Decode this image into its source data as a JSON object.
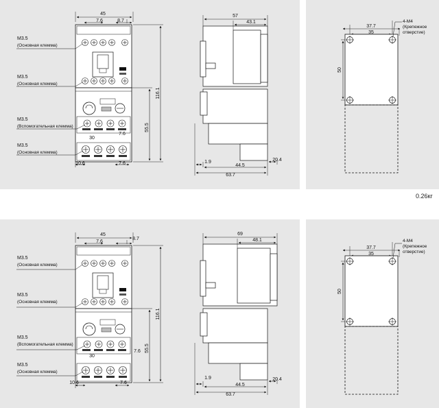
{
  "weight": "0.26кг",
  "rows": [
    {
      "front": {
        "width": "45",
        "pitch": "7.6",
        "offset_right": "8.7",
        "height": "116.1",
        "mid_height": "55.5",
        "aux_pitch": "7.6",
        "lower_width": "30",
        "left_offset": "10.6",
        "bottom_pitch": "7.6",
        "labels": [
          {
            "screw": "M3.5",
            "desc": "(Основная клемма)"
          },
          {
            "screw": "M3.5",
            "desc": "(Основная клемма)"
          },
          {
            "screw": "M3.5",
            "desc": "(Вспомогательная клемма)"
          },
          {
            "screw": "M3.5",
            "desc": "(Основная клемма)"
          }
        ]
      },
      "side": {
        "top": "57",
        "top_inner": "43.1",
        "left_small": "1.9",
        "bottom_inner": "44.5",
        "bottom": "63.7",
        "right_small": "20.4"
      },
      "mount": {
        "outer": "37.7",
        "inner": "35",
        "height": "50",
        "holes": "4-M4",
        "holes_desc1": "(Крепежное",
        "holes_desc2": "отверстие)"
      }
    },
    {
      "front": {
        "width": "45",
        "pitch": "7.6",
        "offset_right": "8.7",
        "height": "116.1",
        "mid_height": "55.5",
        "aux_pitch": "7.6",
        "lower_width": "30",
        "left_offset": "10.6",
        "bottom_pitch": "7.6",
        "labels": [
          {
            "screw": "M3.5",
            "desc": "(Основная клемма)"
          },
          {
            "screw": "M3.5",
            "desc": "(Основная клемма)"
          },
          {
            "screw": "M3.5",
            "desc": "(Вспомогательная клемма)"
          },
          {
            "screw": "M3.5",
            "desc": "(Основная клемма)"
          }
        ]
      },
      "side": {
        "top": "69",
        "top_inner": "48.1",
        "left_small": "1.9",
        "bottom_inner": "44.5",
        "bottom": "63.7",
        "right_small": "20.4"
      },
      "mount": {
        "outer": "37.7",
        "inner": "35",
        "height": "50",
        "holes": "4-M4",
        "holes_desc1": "(Крепежное",
        "holes_desc2": "отверстие)"
      }
    }
  ]
}
